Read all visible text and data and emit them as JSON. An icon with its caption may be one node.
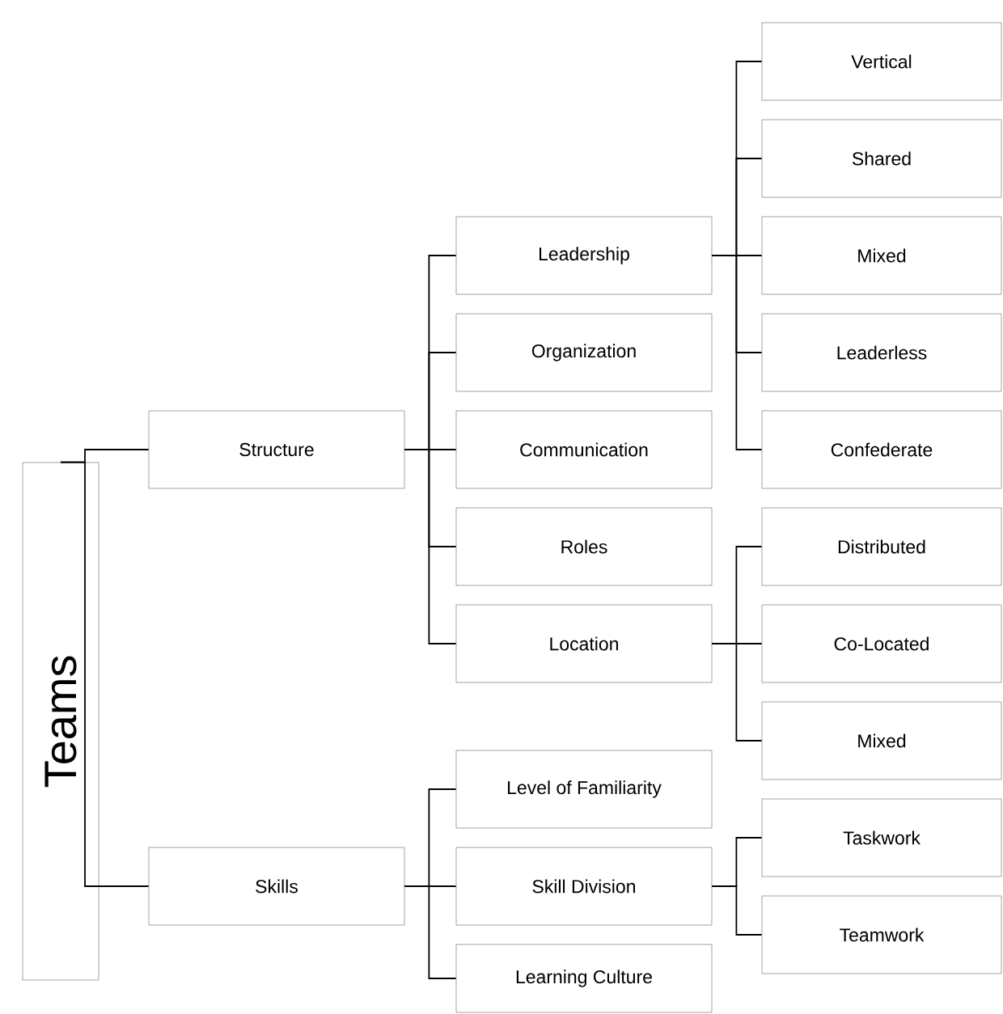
{
  "diagram": {
    "nodes": [
      {
        "text": [
          "Teams"
        ]
      },
      {
        "text": [
          "Structure"
        ]
      },
      {
        "text": [
          "Leadership"
        ]
      },
      {
        "text": [
          "Vertical"
        ]
      },
      {
        "text": [
          "Shared"
        ]
      },
      {
        "text": [
          "Mixed"
        ]
      },
      {
        "text": [
          "Leaderless"
        ]
      },
      {
        "text": [
          "Confederate"
        ]
      },
      {
        "text": [
          "Organization"
        ]
      },
      {
        "text": [
          "Communication"
        ]
      },
      {
        "text": [
          "Roles"
        ]
      },
      {
        "text": [
          "Location"
        ]
      },
      {
        "text": [
          "Distributed"
        ]
      },
      {
        "text": [
          "Co-Located"
        ]
      },
      {
        "text": [
          "Mixed"
        ]
      },
      {
        "text": [
          "Skills"
        ]
      },
      {
        "text": [
          "Level of Familiarity"
        ]
      },
      {
        "text": [
          "Skill Division"
        ]
      },
      {
        "text": [
          "Taskwork"
        ]
      },
      {
        "text": [
          "Teamwork"
        ]
      },
      {
        "text": [
          "Learning Culture"
        ]
      }
    ],
    "edges": [
      {
        "from": 0,
        "to": 1,
        "arrow": "none"
      },
      {
        "from": 0,
        "to": 15,
        "arrow": "none"
      },
      {
        "from": 1,
        "to": 2,
        "arrow": "none"
      },
      {
        "from": 1,
        "to": 8,
        "arrow": "none"
      },
      {
        "from": 1,
        "to": 9,
        "arrow": "none"
      },
      {
        "from": 1,
        "to": 10,
        "arrow": "none"
      },
      {
        "from": 1,
        "to": 11,
        "arrow": "none"
      },
      {
        "from": 2,
        "to": 3,
        "arrow": "none"
      },
      {
        "from": 2,
        "to": 4,
        "arrow": "none"
      },
      {
        "from": 2,
        "to": 5,
        "arrow": "none"
      },
      {
        "from": 2,
        "to": 6,
        "arrow": "none"
      },
      {
        "from": 2,
        "to": 7,
        "arrow": "none"
      },
      {
        "from": 11,
        "to": 12,
        "arrow": "none"
      },
      {
        "from": 11,
        "to": 13,
        "arrow": "none"
      },
      {
        "from": 11,
        "to": 14,
        "arrow": "none"
      },
      {
        "from": 15,
        "to": 16,
        "arrow": "none"
      },
      {
        "from": 15,
        "to": 17,
        "arrow": "none"
      },
      {
        "from": 15,
        "to": 20,
        "arrow": "none"
      },
      {
        "from": 17,
        "to": 18,
        "arrow": "none"
      },
      {
        "from": 17,
        "to": 19,
        "arrow": "none"
      }
    ]
  }
}
